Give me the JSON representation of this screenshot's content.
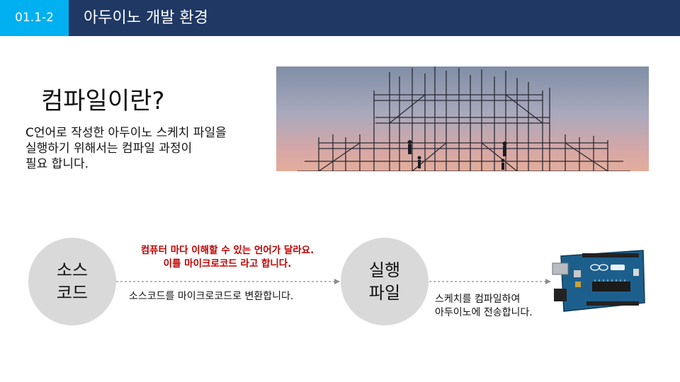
{
  "header": {
    "badge": "01.1-2",
    "title": "아두이노 개발 환경"
  },
  "main": {
    "title": "컴파일이란?",
    "description": [
      "C언어로 작성한 아두이노 스케치 파일을",
      "실행하기 위해서는 컴파일 과정이",
      "필요 합니다."
    ]
  },
  "flow": {
    "source_circle": [
      "소스",
      "코드"
    ],
    "executable_circle": [
      "실행",
      "파일"
    ],
    "highlight_note": [
      "컴퓨터 마다 이해할 수 있는 언어가 달라요.",
      "이를 마이크로코드 라고 합니다."
    ],
    "convert_note": "소스코드를 마이크로코드로 변환합니다.",
    "upload_note": [
      "스케치를 컴파일하여",
      "아두이노에 전송합니다."
    ]
  },
  "colors": {
    "header_bg": "#1f3864",
    "badge_bg": "#00b0f0",
    "circle_bg": "#d9d9d9",
    "highlight_text": "#c00000"
  },
  "icons": {
    "photo": "construction-scaffolding-photo",
    "board": "arduino-uno-board"
  }
}
